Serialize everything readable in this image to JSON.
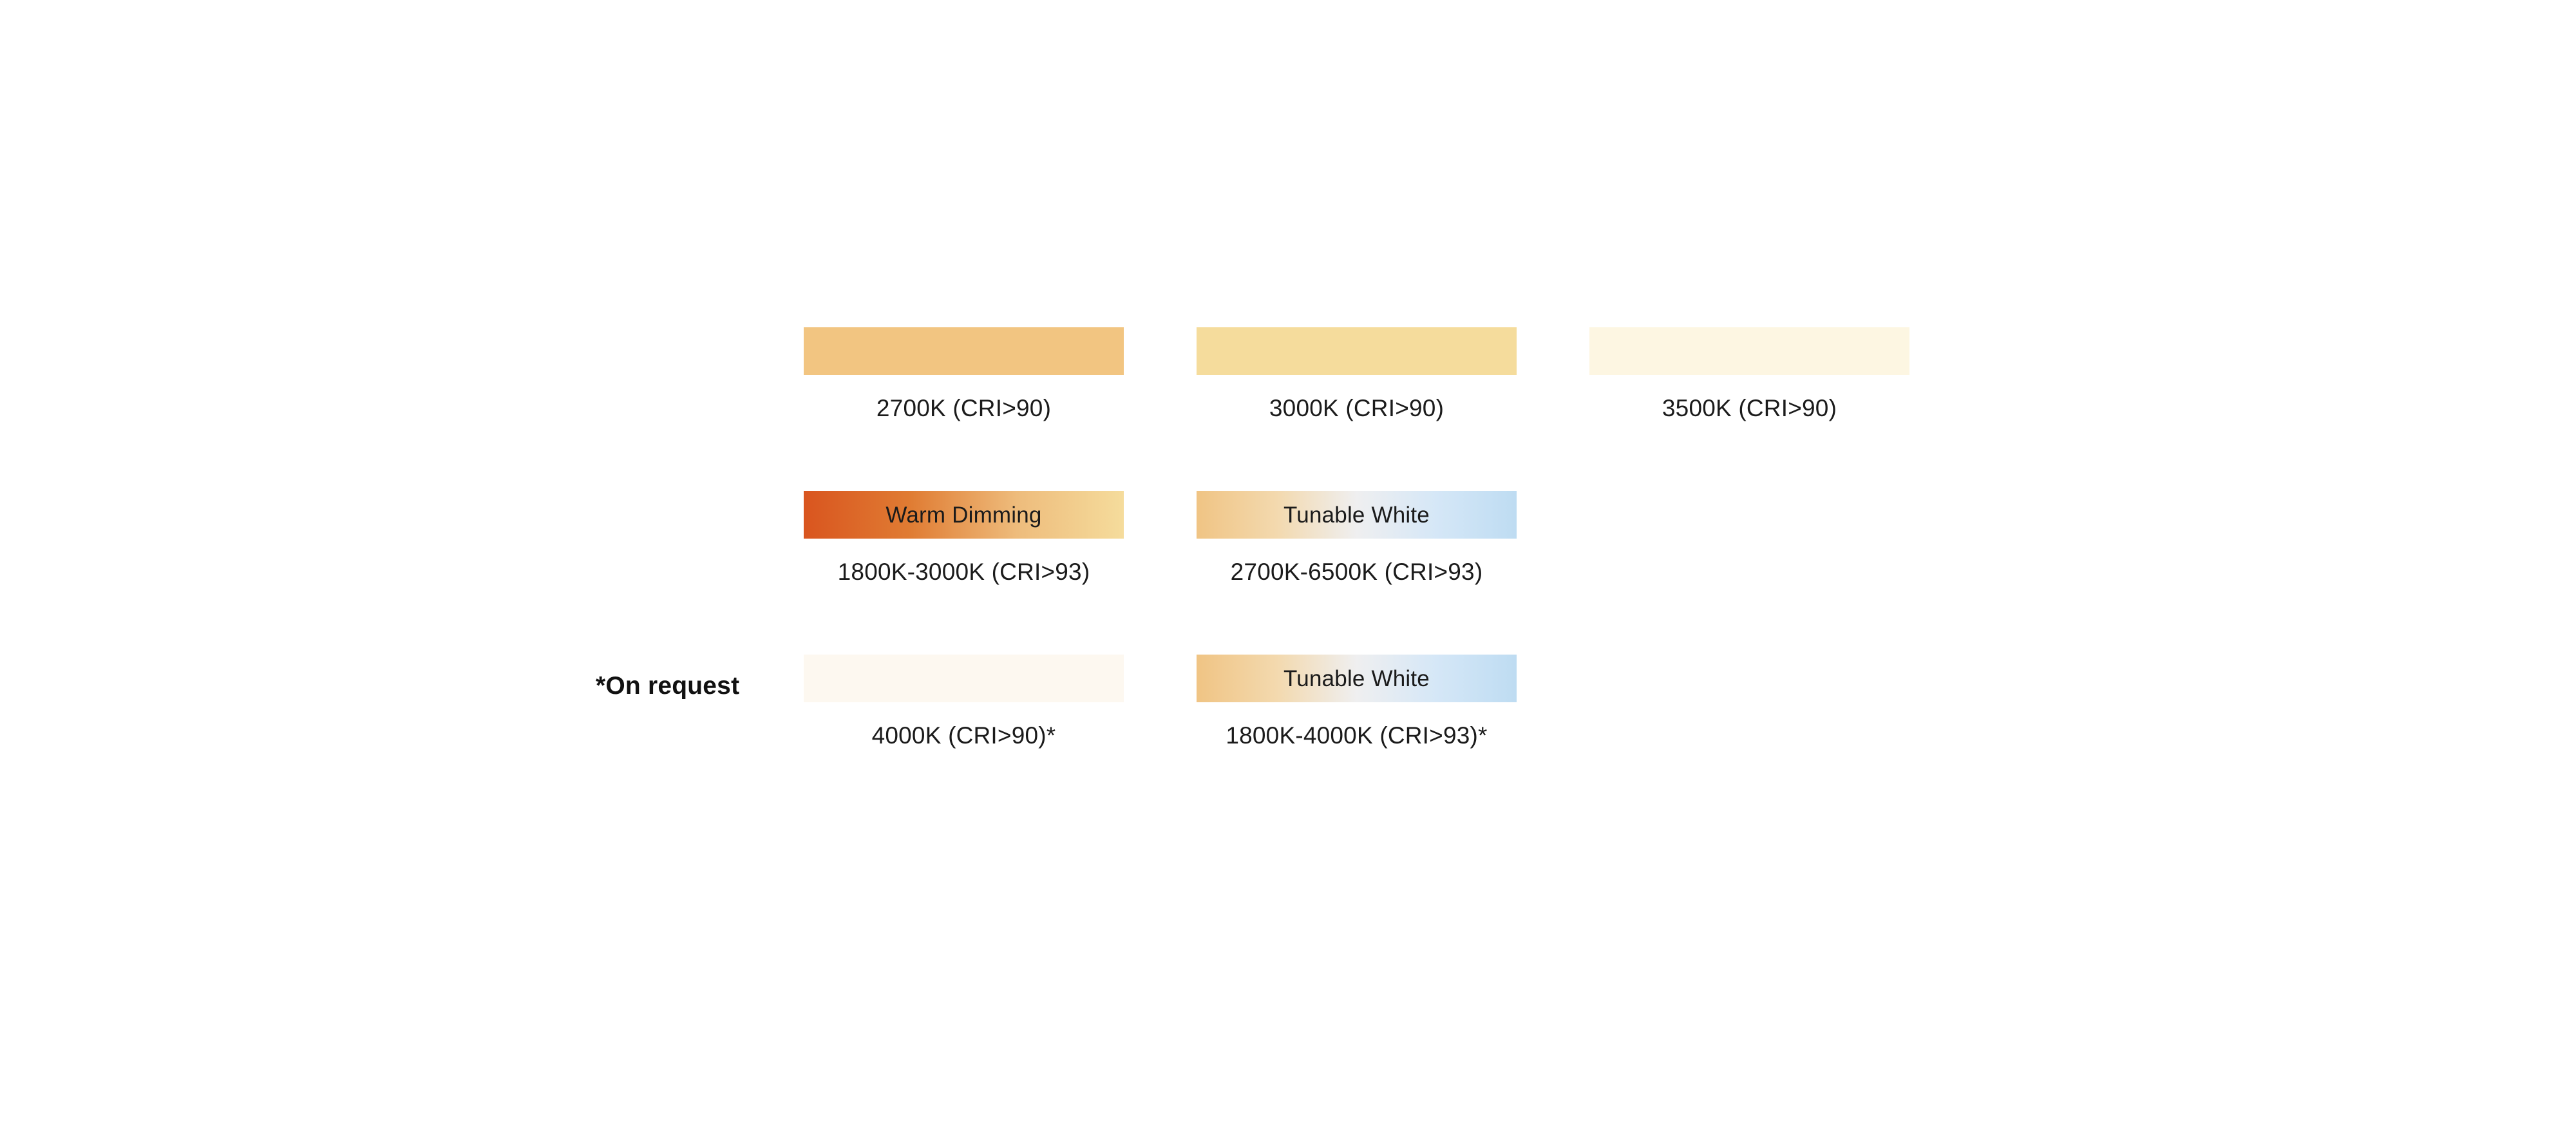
{
  "page": {
    "background": "#ffffff",
    "text_color": "#1b1b1b"
  },
  "footnote": {
    "text": "*On request"
  },
  "rows": [
    {
      "cells": [
        {
          "caption": "2700K (CRI>90)",
          "swatch_label": "",
          "fill_type": "solid",
          "colors": [
            "#F2C581"
          ]
        },
        {
          "caption": "3000K (CRI>90)",
          "swatch_label": "",
          "fill_type": "solid",
          "colors": [
            "#F5DC9C"
          ]
        },
        {
          "caption": "3500K (CRI>90)",
          "swatch_label": "",
          "fill_type": "solid",
          "colors": [
            "#FDF6E2"
          ]
        }
      ]
    },
    {
      "cells": [
        {
          "caption": "1800K-3000K (CRI>93)",
          "swatch_label": "Warm Dimming",
          "fill_type": "gradient",
          "colors": [
            "#D9551F",
            "#E07C33",
            "#EEBC7C",
            "#F5DC9C"
          ]
        },
        {
          "caption": "2700K-6500K (CRI>93)",
          "swatch_label": "Tunable White",
          "fill_type": "gradient",
          "colors": [
            "#F0C484",
            "#F3D9AE",
            "#EFEFF0",
            "#D5E7F7",
            "#BEDCF2"
          ]
        }
      ]
    },
    {
      "cells": [
        {
          "caption": "4000K (CRI>90)*",
          "swatch_label": "",
          "fill_type": "solid",
          "colors": [
            "#FDF8F0"
          ]
        },
        {
          "caption": "1800K-4000K (CRI>93)*",
          "swatch_label": "Tunable White",
          "fill_type": "gradient",
          "colors": [
            "#F0C484",
            "#F3D9AE",
            "#EFEFF0",
            "#D5E7F7",
            "#BEDCF2"
          ]
        }
      ]
    }
  ]
}
